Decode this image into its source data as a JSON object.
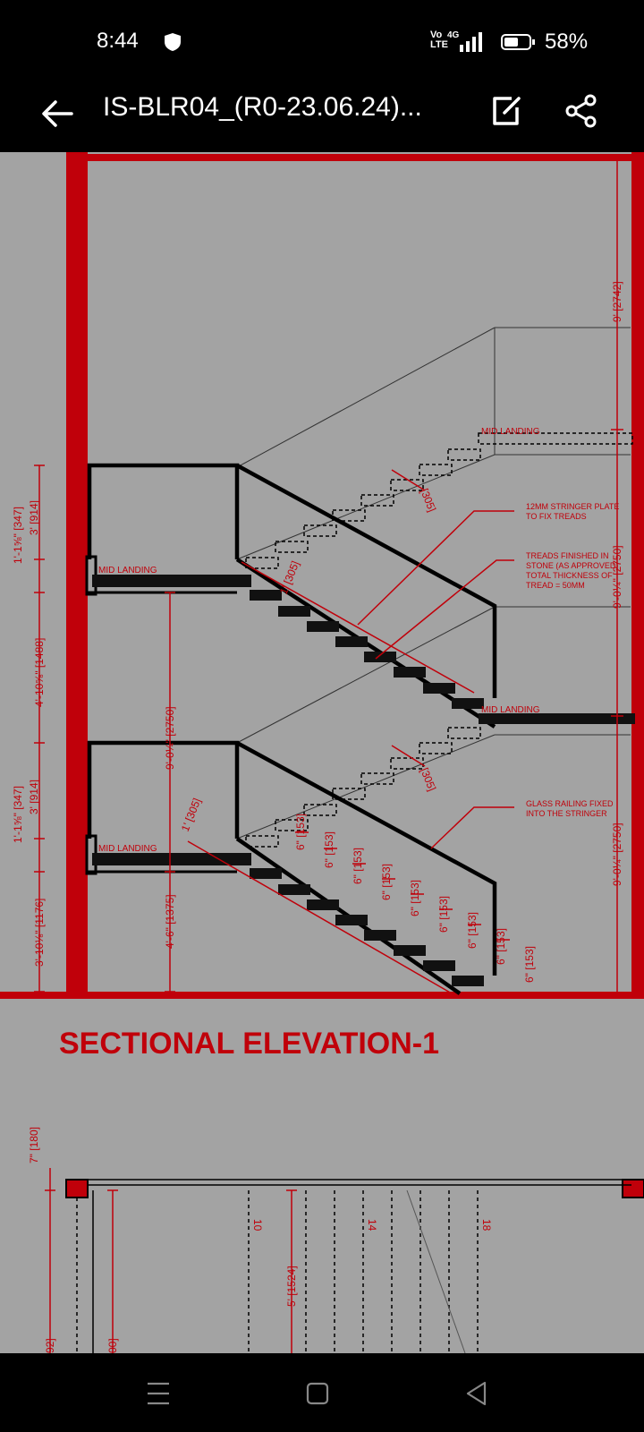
{
  "status": {
    "time": "8:44",
    "network_top": "Vo",
    "network_bottom": "LTE",
    "signal": "4G",
    "battery_percent": "58%",
    "battery_level": 0.58
  },
  "app_bar": {
    "title": "IS-BLR04_(R0-23.06.24)..."
  },
  "drawing": {
    "title": "SECTIONAL ELEVATION-1",
    "mid_landing": "MID LANDING",
    "notes": {
      "stringer_line1": "12MM STRINGER PLATE",
      "stringer_line2": "TO FIX TREADS",
      "treads_line1": "TREADS FINISHED IN",
      "treads_line2": "STONE (AS APPROVED)",
      "treads_line3": "TOTAL THICKNESS OF",
      "treads_line4": "TREAD = 50MM",
      "glass_line1": "GLASS RAILING FIXED",
      "glass_line2": "INTO THE STRINGER"
    },
    "dims": {
      "right_top": "9' [2742]",
      "right_mid": "9'-0¼\" [2750]",
      "right_low": "9'-0¼\" [2750]",
      "center": "9'-0¼\" [2750]",
      "center_low": "4'-6\" [1375]",
      "left_a1": "1'-1⅝\" [347]",
      "left_a2": "3' [914]",
      "left_b": "4'-10⅝\" [1488]",
      "left_c1": "1'-1⅝\" [347]",
      "left_c2": "3' [914]",
      "left_d": "3'-10⅛\" [1176]",
      "tread": "1' [305]",
      "tread_short": "[305]",
      "riser": "6\" [153]",
      "bottom_left1": "7\" [180]",
      "bottom_left2": "92]",
      "bottom_left3": "00]",
      "bottom_mid": "5' [1524]",
      "grid_10": "10",
      "grid_14": "14",
      "grid_18": "18"
    },
    "colors": {
      "accent_red": "#c0000a",
      "sheet_gray": "#a3a3a3"
    }
  }
}
